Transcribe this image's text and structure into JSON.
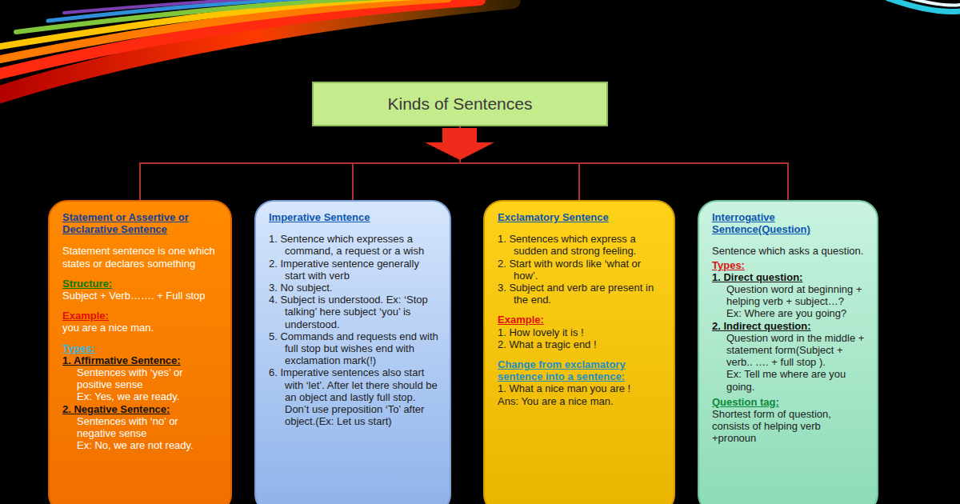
{
  "diagram": {
    "nodes": [
      {
        "text": [
          "Kinds of Sentences"
        ]
      },
      {
        "text": [
          "Statement or Assertive or Declarative Sentence",
          "Statement sentence is one which states or declares something",
          "Structure:",
          "Subject + Verb……. + Full stop",
          "Example:",
          "you are a nice man.",
          "Types:",
          "1. Affirmative Sentence:",
          "Sentences with ‘yes’ or positive sense",
          "Ex: Yes, we are ready.",
          "2. Negative Sentence:",
          "Sentences with ‘no’ or negative sense",
          "Ex: No, we are not ready."
        ]
      },
      {
        "text": [
          "Imperative Sentence",
          "1. Sentence which expresses a command, a request or a wish",
          "2. Imperative sentence generally start with verb",
          "3. No subject.",
          "4. Subject is understood. Ex: ‘Stop talking’ here subject ‘you’ is understood.",
          "5. Commands and requests end with full stop but wishes end with exclamation mark(!)",
          "6. Imperative sentences also start with ‘let’. After let there should be an object and lastly full stop. Don’t use preposition ‘To’ after object.(Ex: Let us start)"
        ]
      },
      {
        "text": [
          "Exclamatory Sentence",
          "1. Sentences which express a sudden and strong feeling.",
          "2. Start with words like ‘what or how’.",
          "3. Subject and verb are present in the end.",
          "Example:",
          "1. How lovely it is !",
          "2. What a tragic end !",
          "Change from exclamatory sentence into a sentence:",
          "1. What a nice man you are !",
          "Ans: You are a nice man."
        ]
      },
      {
        "text": [
          "Interrogative Sentence(Question)",
          "Sentence which asks a question.",
          "Types:",
          "1. Direct question:",
          "Question word at beginning + helping verb + subject…?",
          "Ex: Where are you going?",
          "2. Indirect question:",
          "Question word in the middle + statement form(Subject + verb.. …. + full stop ).",
          "Ex: Tell me where are you going.",
          "Question tag:",
          "Shortest form of question, consists of helping verb +pronoun"
        ]
      }
    ],
    "edges": [
      {
        "from": 0,
        "to": 1,
        "arrow": "none"
      },
      {
        "from": 0,
        "to": 2,
        "arrow": "none"
      },
      {
        "from": 0,
        "to": 3,
        "arrow": "none"
      },
      {
        "from": 0,
        "to": 4,
        "arrow": "none"
      }
    ]
  }
}
